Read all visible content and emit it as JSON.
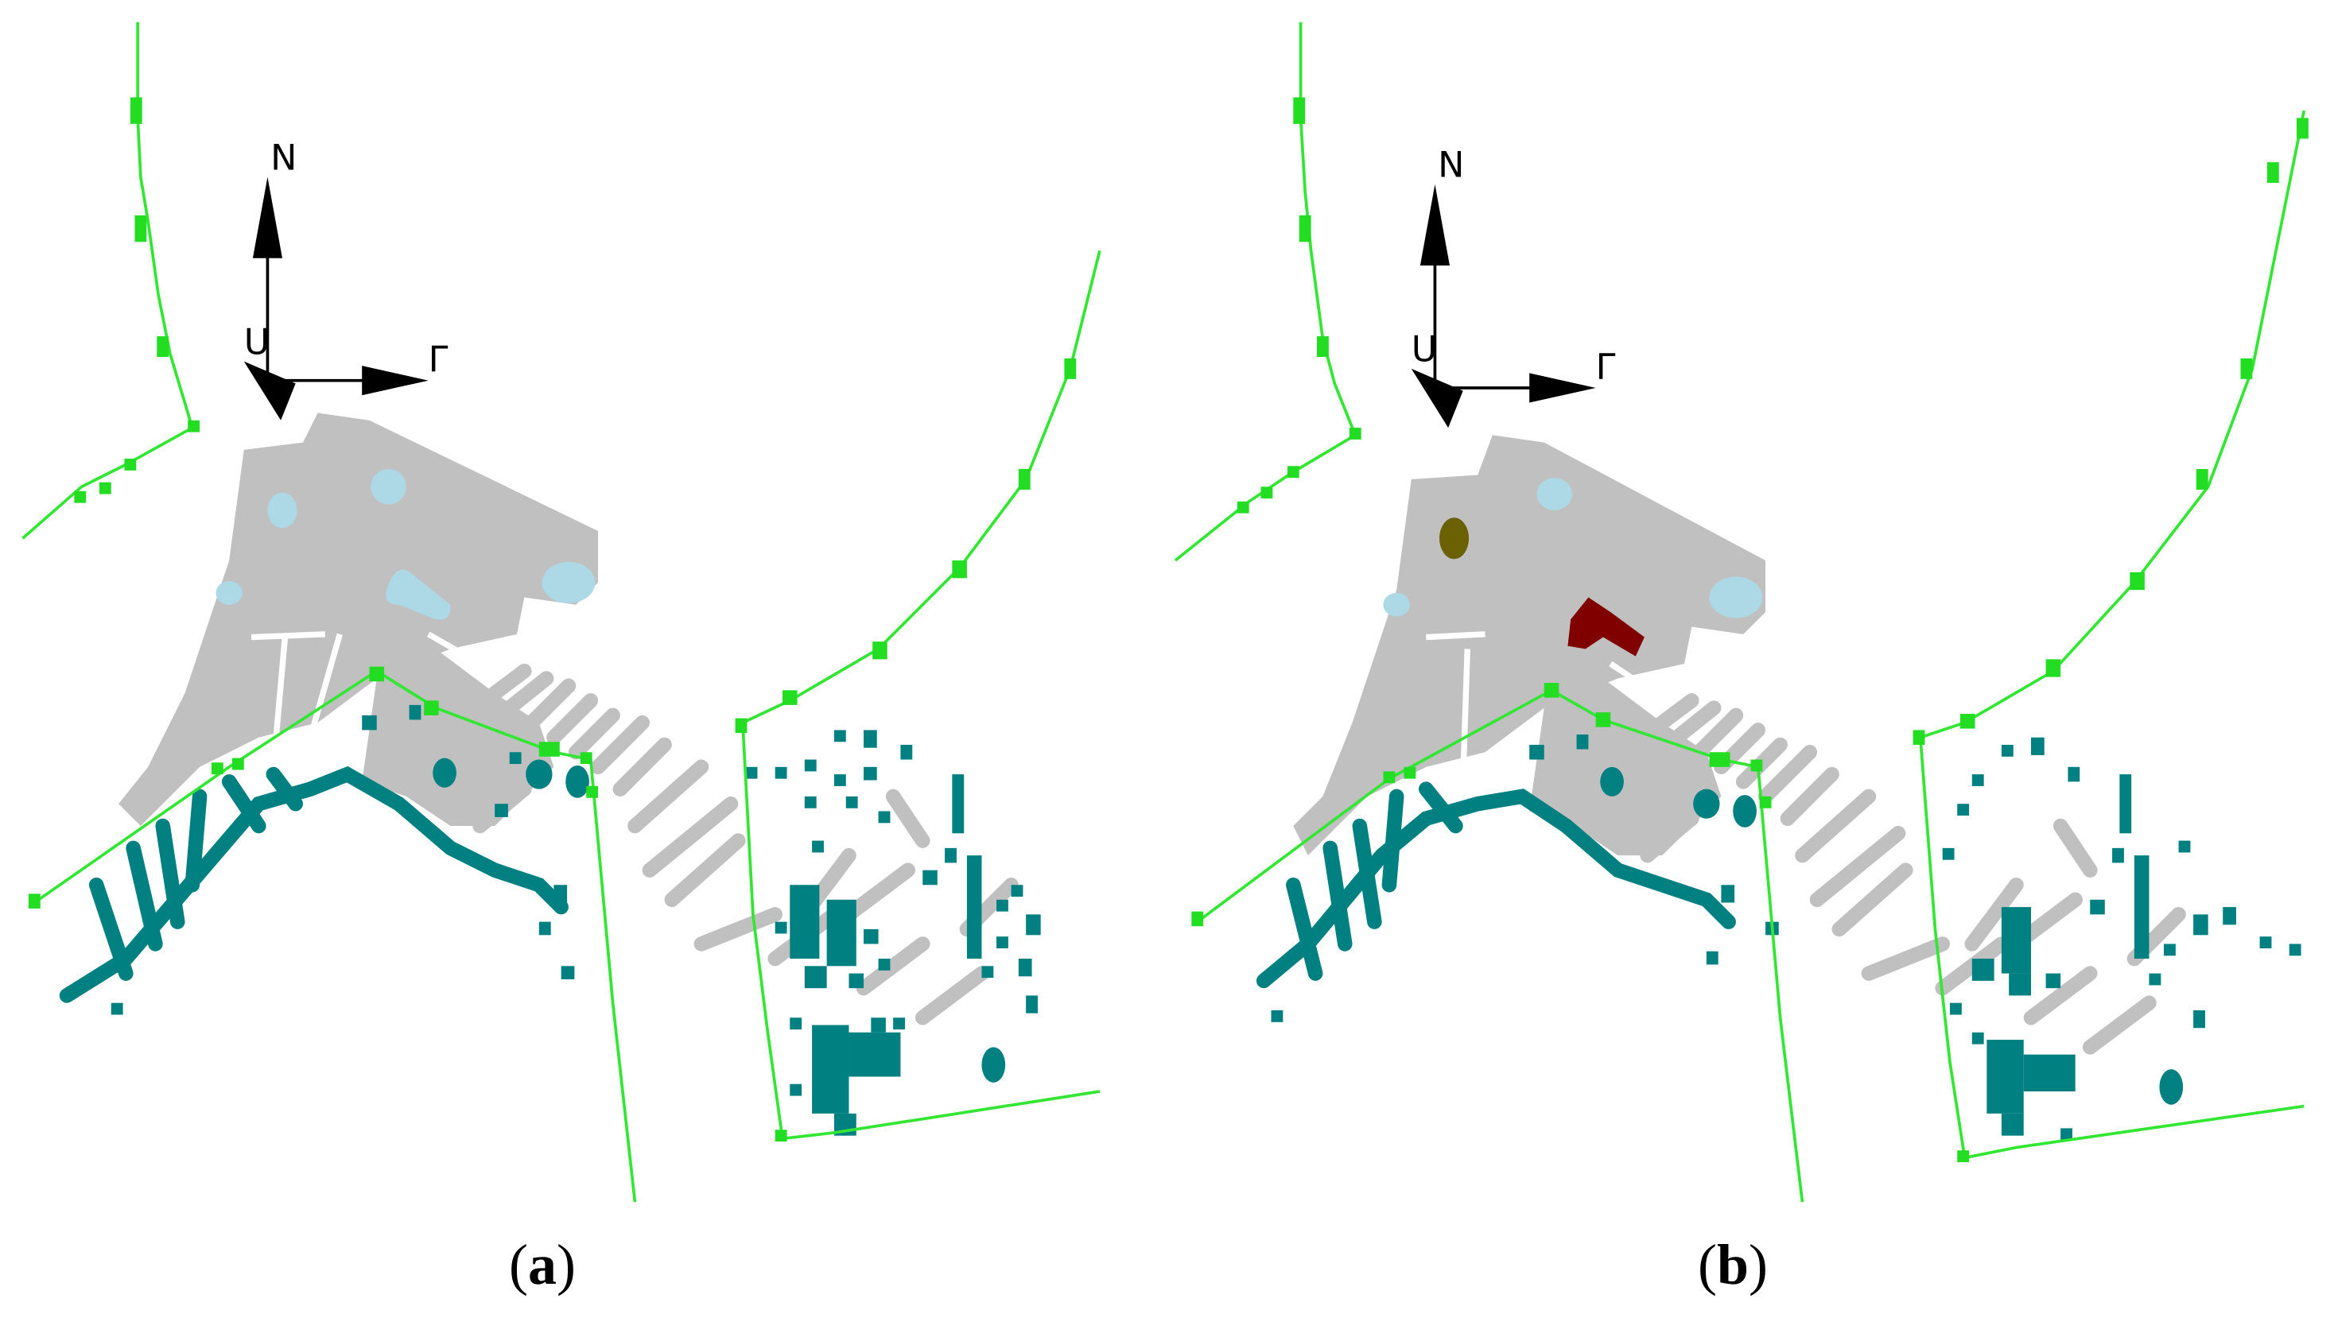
{
  "panels": [
    {
      "id": "a",
      "caption_open": "(",
      "caption_letter": "a",
      "caption_close": ")",
      "north_label": "N",
      "east_label": "Γ",
      "up_label": "U"
    },
    {
      "id": "b",
      "caption_open": "(",
      "caption_letter": "b",
      "caption_close": ")",
      "north_label": "N",
      "east_label": "Γ",
      "up_label": "U"
    }
  ],
  "colors": {
    "boundary_line": "#33e633",
    "boundary_node": "#22dd22",
    "ground": "#c0c0c0",
    "vegetation": "#008080",
    "water": "#add8e6",
    "olive_object": "#6b6100",
    "red_object": "#800000",
    "axes": "#000000",
    "background": "#ffffff"
  }
}
